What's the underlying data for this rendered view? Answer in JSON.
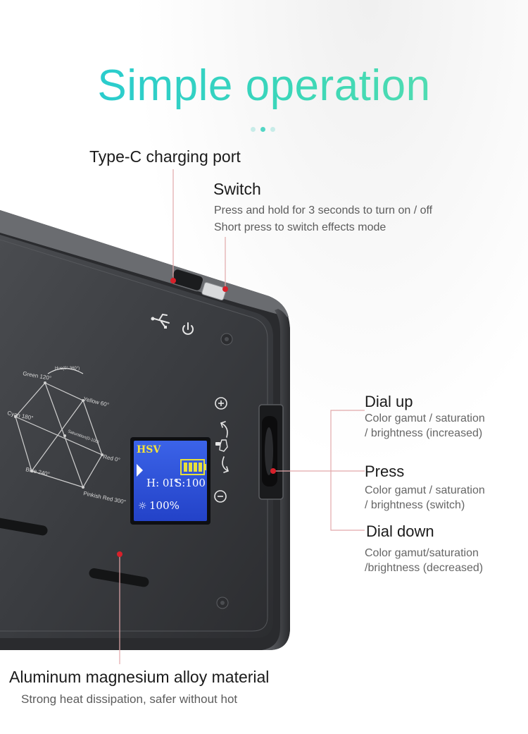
{
  "title": "Simple operation",
  "accent_color": "#2ed3c0",
  "pointer_color": "#d8202a",
  "callouts": {
    "type_c": {
      "heading": "Type-C charging port"
    },
    "switch": {
      "heading": "Switch",
      "line1": "Press and hold for 3 seconds to turn on / off",
      "line2": "Short press to switch effects mode"
    },
    "dial_up": {
      "heading": "Dial up",
      "line1": "Color gamut / saturation",
      "line2": "/ brightness (increased)"
    },
    "press": {
      "heading": "Press",
      "line1": "Color gamut / saturation",
      "line2": "/ brightness (switch)"
    },
    "dial_down": {
      "heading": "Dial down",
      "line1": "Color gamut/saturation",
      "line2": "/brightness (decreased)"
    },
    "material": {
      "heading": "Aluminum magnesium alloy material",
      "line1": "Strong heat dissipation, safer without hot"
    }
  },
  "hue_diagram": {
    "hue_label": "Hue(0°-360°)",
    "saturation_label": "Saturation(0-100)",
    "green": "Green 120°",
    "yellow": "Yellow 60°",
    "cyan": "Cyan 180°",
    "red": "Red 0°",
    "blue": "Blue 240°",
    "pinkish_red": "Pinkish Red 300°"
  },
  "lcd": {
    "mode": "HSV",
    "hue": "H: 0I°",
    "saturation": "S:100",
    "brightness": "100%",
    "battery_bars": 4
  },
  "icons": {
    "usb": "usb-icon",
    "power": "power-icon",
    "plus": "plus-icon",
    "minus": "minus-icon",
    "rotate_up": "rotate-up-icon",
    "press_hand": "press-hand-icon",
    "rotate_down": "rotate-down-icon"
  }
}
